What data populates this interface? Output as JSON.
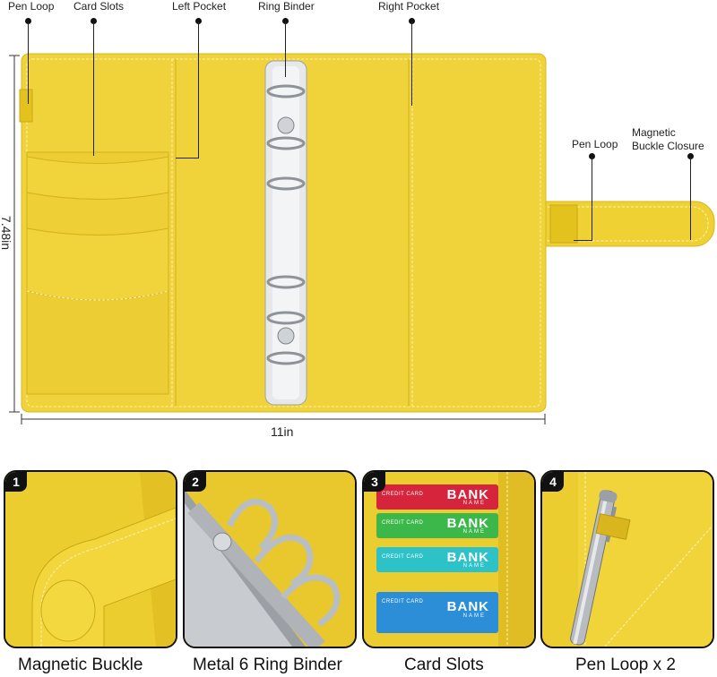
{
  "callouts": {
    "pen_loop": "Pen Loop",
    "card_slots": "Card Slots",
    "left_pocket": "Left Pocket",
    "ring_binder": "Ring Binder",
    "right_pocket": "Right Pocket",
    "pen_loop_right": "Pen Loop",
    "magnetic_line1": "Magnetic",
    "magnetic_line2": "Buckle Closure"
  },
  "dimensions": {
    "height": "7.48in",
    "width": "11in"
  },
  "panels": [
    {
      "number": "1",
      "caption": "Magnetic Buckle"
    },
    {
      "number": "2",
      "caption": "Metal 6 Ring Binder"
    },
    {
      "number": "3",
      "caption": "Card Slots"
    },
    {
      "number": "4",
      "caption": "Pen Loop x 2"
    }
  ],
  "cards": [
    {
      "type": "CREDIT CARD",
      "bank": "BANK",
      "name": "NAME",
      "color": "#d6243c"
    },
    {
      "type": "CREDIT CARD",
      "bank": "BANK",
      "name": "NAME",
      "color": "#3cb84a"
    },
    {
      "type": "CREDIT CARD",
      "bank": "BANK",
      "name": "NAME",
      "color": "#2cc2c8"
    },
    {
      "type": "CREDIT CARD",
      "bank": "BANK",
      "name": "NAME",
      "color": "#2c8ed6"
    }
  ],
  "colors": {
    "leather": "#f0d23a",
    "leather_dark": "#d9b820",
    "ring": "#c9cdd2",
    "stitch": "#fbf2b8"
  }
}
